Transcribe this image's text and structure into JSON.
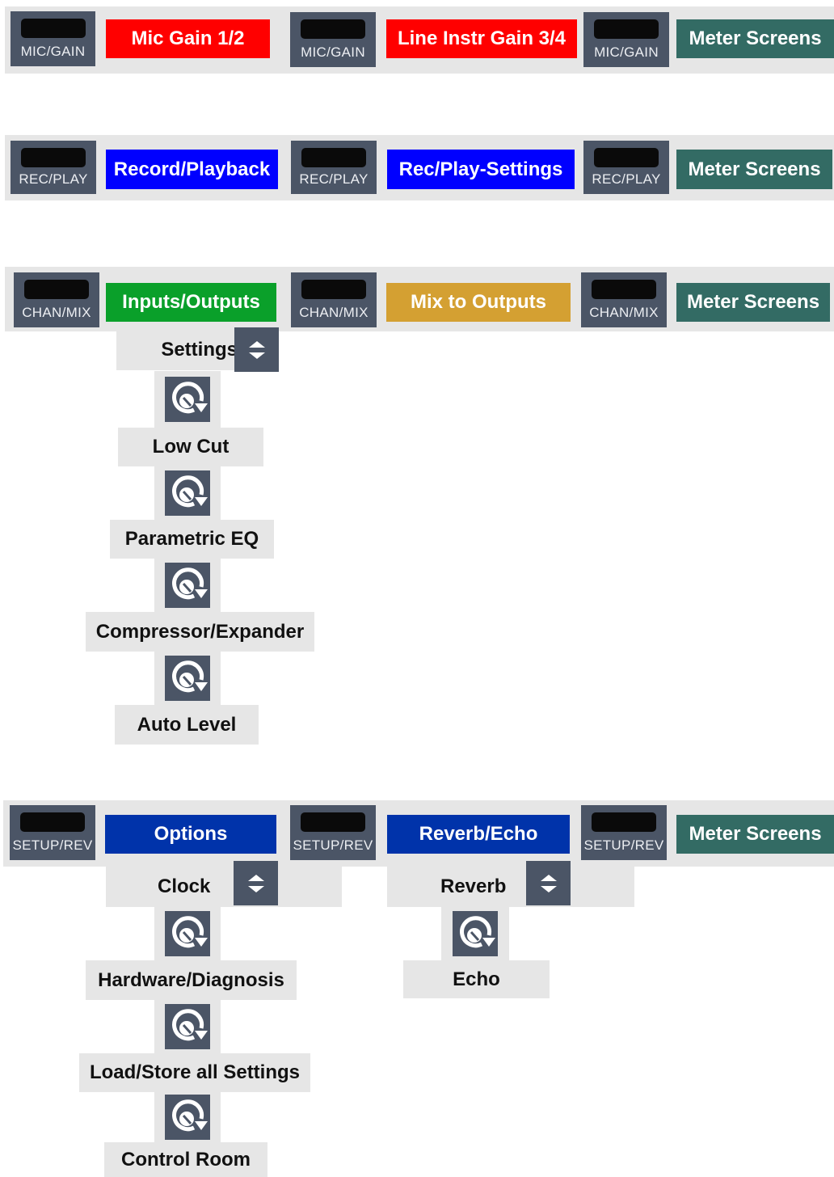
{
  "colors": {
    "hw_button": "#4b5566",
    "band": "#e6e6e6",
    "red": "#ff0000",
    "blue": "#0000ff",
    "green": "#0aa02a",
    "gold": "#d4a032",
    "navy": "#0033aa",
    "teal": "#336b64"
  },
  "row1": {
    "hw_label": "MIC/GAIN",
    "screen1": "Mic Gain 1/2",
    "screen2": "Line Instr Gain 3/4",
    "screen3": "Meter Screens"
  },
  "row2": {
    "hw_label": "REC/PLAY",
    "screen1": "Record/Playback",
    "screen2": "Rec/Play-Settings",
    "screen3": "Meter Screens"
  },
  "row3": {
    "hw_label": "CHAN/MIX",
    "screen1": "Inputs/Outputs",
    "screen2": "Mix to Outputs",
    "screen3": "Meter Screens",
    "submenu": [
      "Settings",
      "Low Cut",
      "Parametric EQ",
      "Compressor/Expander",
      "Auto Level"
    ]
  },
  "row4": {
    "hw_label": "SETUP/REV",
    "screen1": "Options",
    "screen2": "Reverb/Echo",
    "screen3": "Meter Screens",
    "options_submenu": [
      "Clock",
      "Hardware/Diagnosis",
      "Load/Store all Settings",
      "Control Room"
    ],
    "reverb_submenu": [
      "Reverb",
      "Echo"
    ]
  },
  "icons": {
    "rotate": "rotate-knob-icon",
    "toggle": "up-down-toggle-icon"
  }
}
